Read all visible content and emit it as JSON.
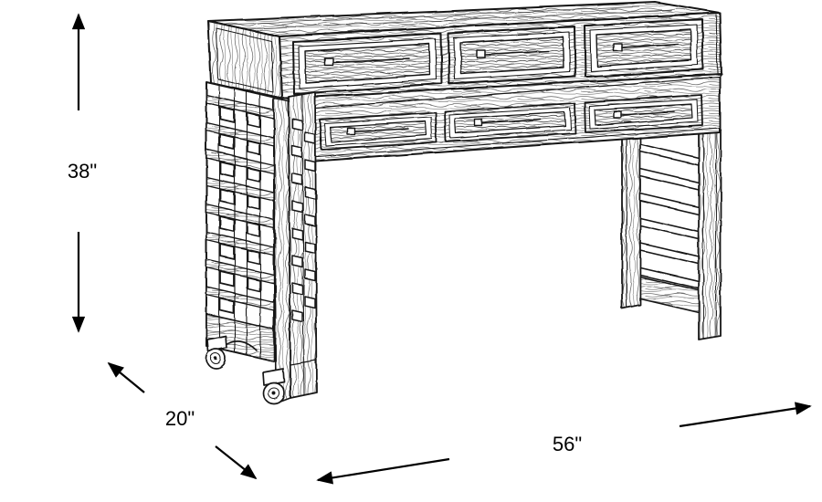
{
  "figure": {
    "kind": "product-dimensions-diagram",
    "item": "Hand-sketched six-drawer console desk with slatted side panels and front casters",
    "background": "#ffffff",
    "ink": "#161616"
  },
  "dimensions": {
    "height": {
      "label": "38\"",
      "value": 38,
      "unit": "inches",
      "axis": "vertical"
    },
    "depth": {
      "label": "20\"",
      "value": 20,
      "unit": "inches",
      "axis": "depth-diagonal"
    },
    "width": {
      "label": "56\"",
      "value": 56,
      "unit": "inches",
      "axis": "width-horizontal"
    }
  },
  "furniture": {
    "upper_drawers": 3,
    "lower_drawers": 3,
    "casters_visible": 2,
    "left_panel_style": "slatted-with-square-cutouts",
    "right_panel_style": "ladder-slats"
  }
}
